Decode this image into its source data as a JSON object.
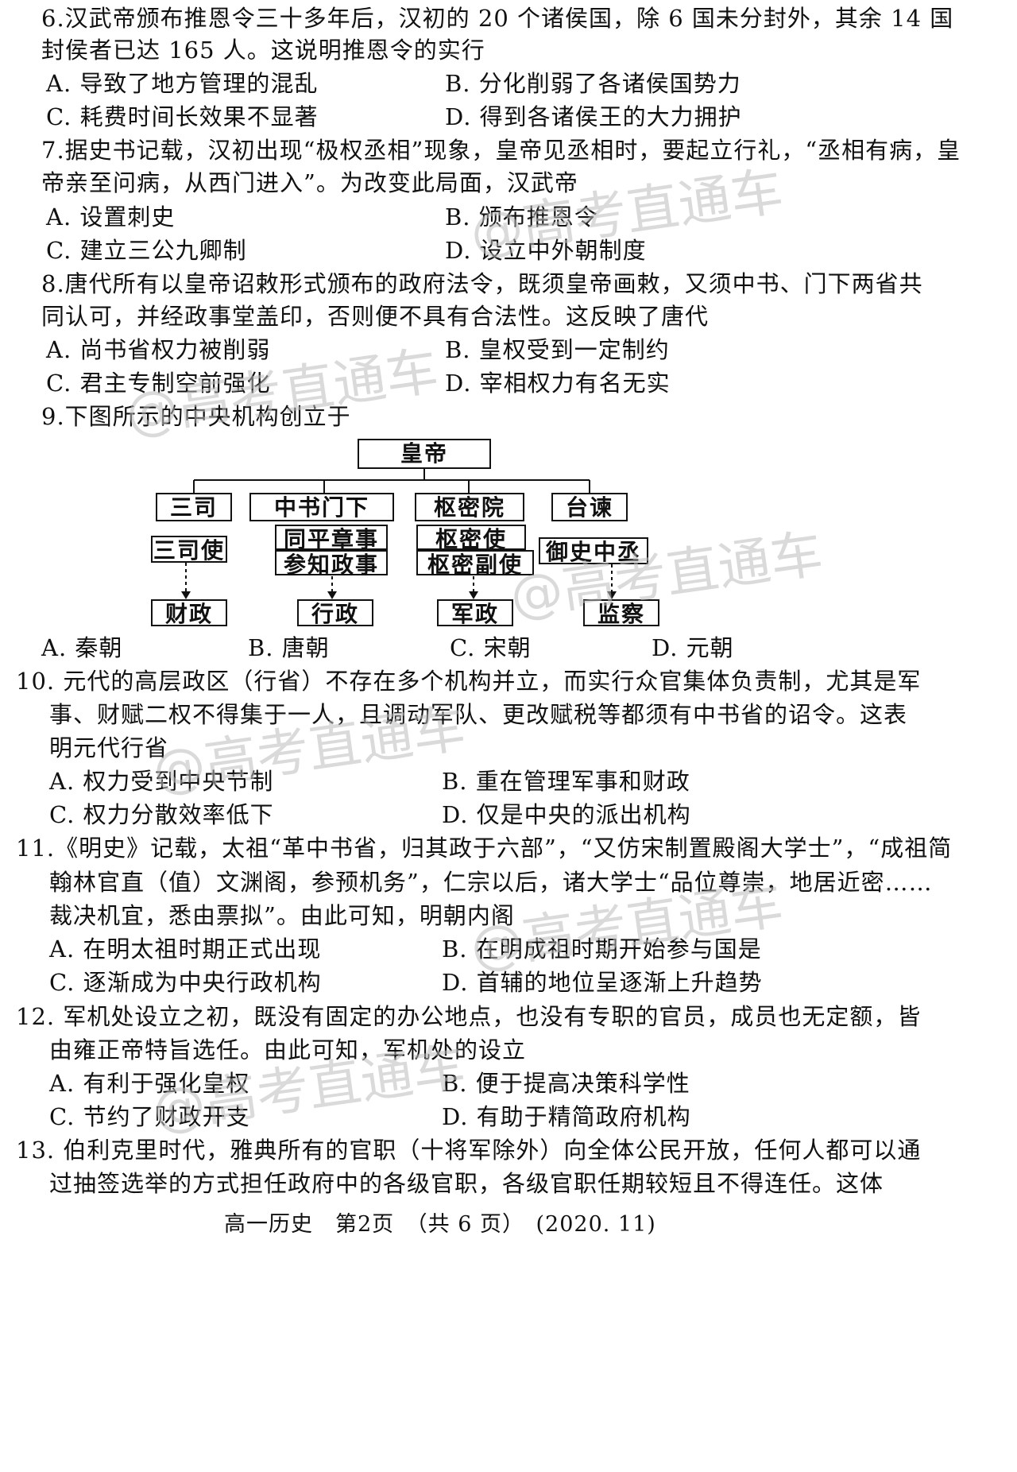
{
  "watermark": "@高考直通车",
  "questions": [
    {
      "lines": [
        "6.汉武帝颁布推恩令三十多年后，汉初的 20 个诸侯国，除 6 国未分封外，其余 14 国",
        "封侯者已达 165 人。这说明推恩令的实行"
      ],
      "options": [
        "A. 导致了地方管理的混乱",
        "B. 分化削弱了各诸侯国势力",
        "C. 耗费时间长效果不显著",
        "D. 得到各诸侯王的大力拥护"
      ]
    },
    {
      "lines": [
        "7.据史书记载，汉初出现“极权丞相”现象，皇帝见丞相时，要起立行礼，“丞相有病，皇",
        "帝亲至问病，从西门进入”。为改变此局面，汉武帝"
      ],
      "options": [
        "A. 设置刺史",
        "B. 颁布推恩令",
        "C.  建立三公九卿制",
        "D. 设立中外朝制度"
      ]
    },
    {
      "lines": [
        "8.唐代所有以皇帝诏敕形式颁布的政府法令，既须皇帝画敕，又须中书、门下两省共",
        "同认可，并经政事堂盖印，否则便不具有合法性。这反映了唐代"
      ],
      "options": [
        "A. 尚书省权力被削弱",
        "B. 皇权受到一定制约",
        "C. 君主专制空前强化",
        "D. 宰相权力有名无实"
      ]
    },
    {
      "lines": [
        "9.下图所示的中央机构创立于"
      ],
      "options": [
        "A. 秦朝",
        "B. 唐朝",
        "C. 宋朝",
        "D. 元朝"
      ]
    },
    {
      "lines": [
        "10. 元代的高层政区（行省）不存在多个机构并立，而实行众官集体负责制，尤其是军",
        "事、财赋二权不得集于一人，且调动军队、更改赋税等都须有中书省的诏令。这表",
        "明元代行省"
      ],
      "options": [
        "A. 权力受到中央节制",
        "B. 重在管理军事和财政",
        "C. 权力分散效率低下",
        "D. 仅是中央的派出机构"
      ]
    },
    {
      "lines": [
        "11.《明史》记载，太祖“革中书省，归其政于六部”，“又仿宋制置殿阁大学士”，“成祖简",
        "翰林官直（值）文渊阁，参预机务”，仁宗以后，诸大学士“品位尊崇，地居近密……",
        "裁决机宜，悉由票拟”。由此可知，明朝内阁"
      ],
      "options": [
        "A. 在明太祖时期正式出现",
        "B. 在明成祖时期开始参与国是",
        "C. 逐渐成为中央行政机构",
        "D. 首辅的地位呈逐渐上升趋势"
      ]
    },
    {
      "lines": [
        "12. 军机处设立之初，既没有固定的办公地点，也没有专职的官员，成员也无定额，皆",
        "由雍正帝特旨选任。由此可知，军机处的设立"
      ],
      "options": [
        "A. 有利于强化皇权",
        "B. 便于提高决策科学性",
        "C. 节约了财政开支",
        "D. 有助于精简政府机构"
      ]
    },
    {
      "lines": [
        "13. 伯利克里时代，雅典所有的官职（十将军除外）向全体公民开放，任何人都可以通",
        "过抽签选举的方式担任政府中的各级官职，各级官职任期较短且不得连任。这体"
      ],
      "options": []
    }
  ],
  "diagram": {
    "top": "皇帝",
    "branches": [
      {
        "org": "三司",
        "officials": [
          "三司使"
        ],
        "function": "财政"
      },
      {
        "org": "中书门下",
        "officials": [
          "同平章事",
          "参知政事"
        ],
        "function": "行政"
      },
      {
        "org": "枢密院",
        "officials": [
          "枢密使",
          "枢密副使"
        ],
        "function": "军政"
      },
      {
        "org": "台谏",
        "officials": [
          "御史中丞"
        ],
        "function": "监察"
      }
    ]
  },
  "footer": "高一历史　第2页　（共 6 页）　(2020. 11)"
}
